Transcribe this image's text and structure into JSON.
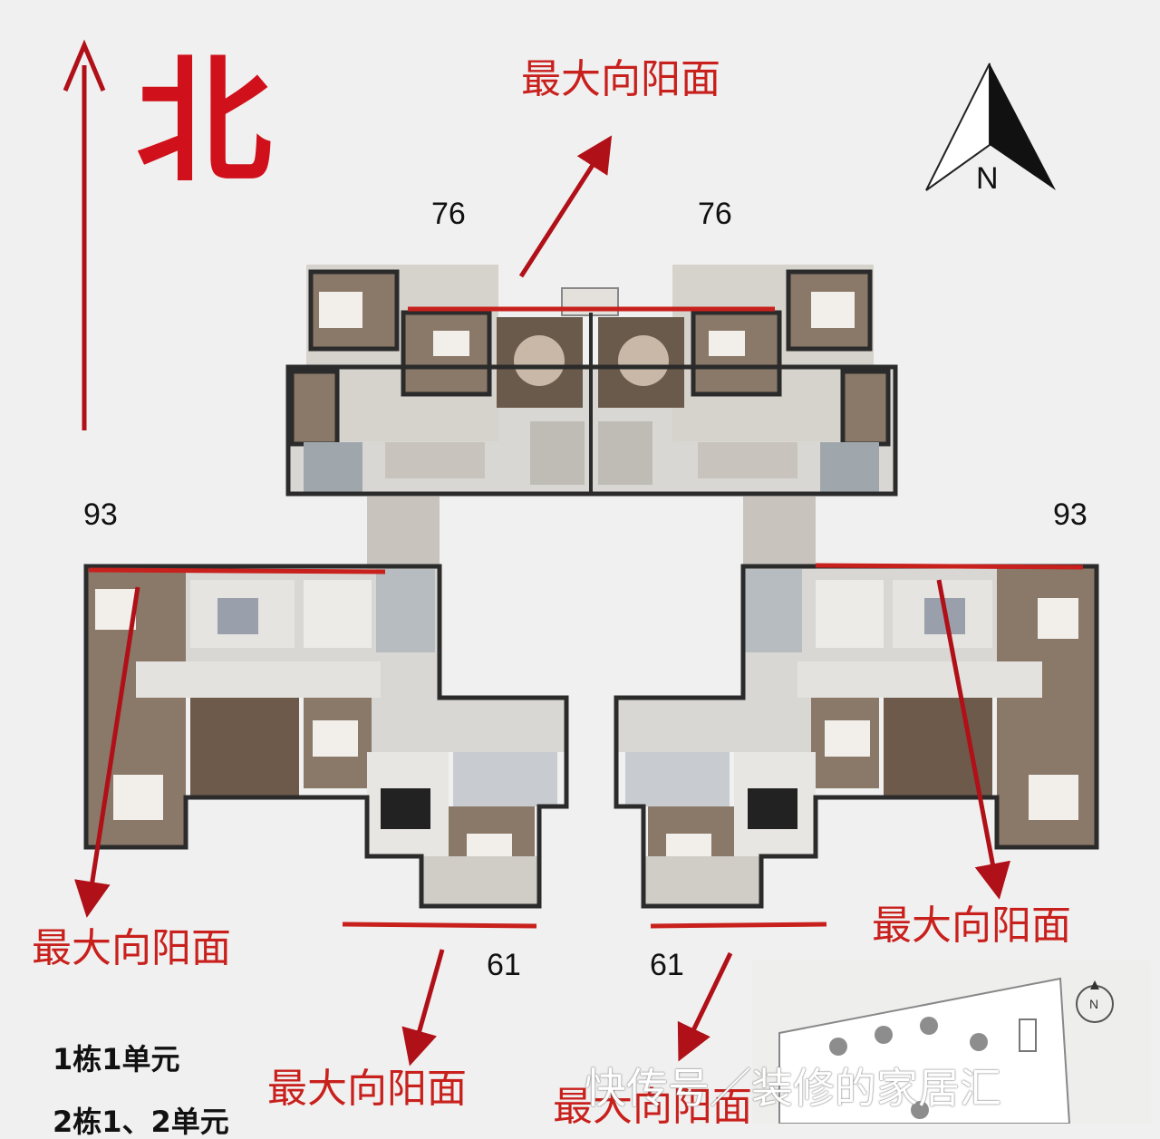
{
  "north_label": "北",
  "compass_letter": "N",
  "sun_label": "最大向阳面",
  "units": {
    "top_left": "76",
    "top_right": "76",
    "mid_left": "93",
    "mid_right": "93",
    "bottom_left": "61",
    "bottom_right": "61"
  },
  "buildings": {
    "line1": "1栋1单元",
    "line2": "2栋1、2单元"
  },
  "watermark": "快传号／装修的家居汇",
  "colors": {
    "accent_red": "#c8201c",
    "arrow_red": "#b01018",
    "wall": "#2b2b2b",
    "floor": "#d9d7d3"
  }
}
